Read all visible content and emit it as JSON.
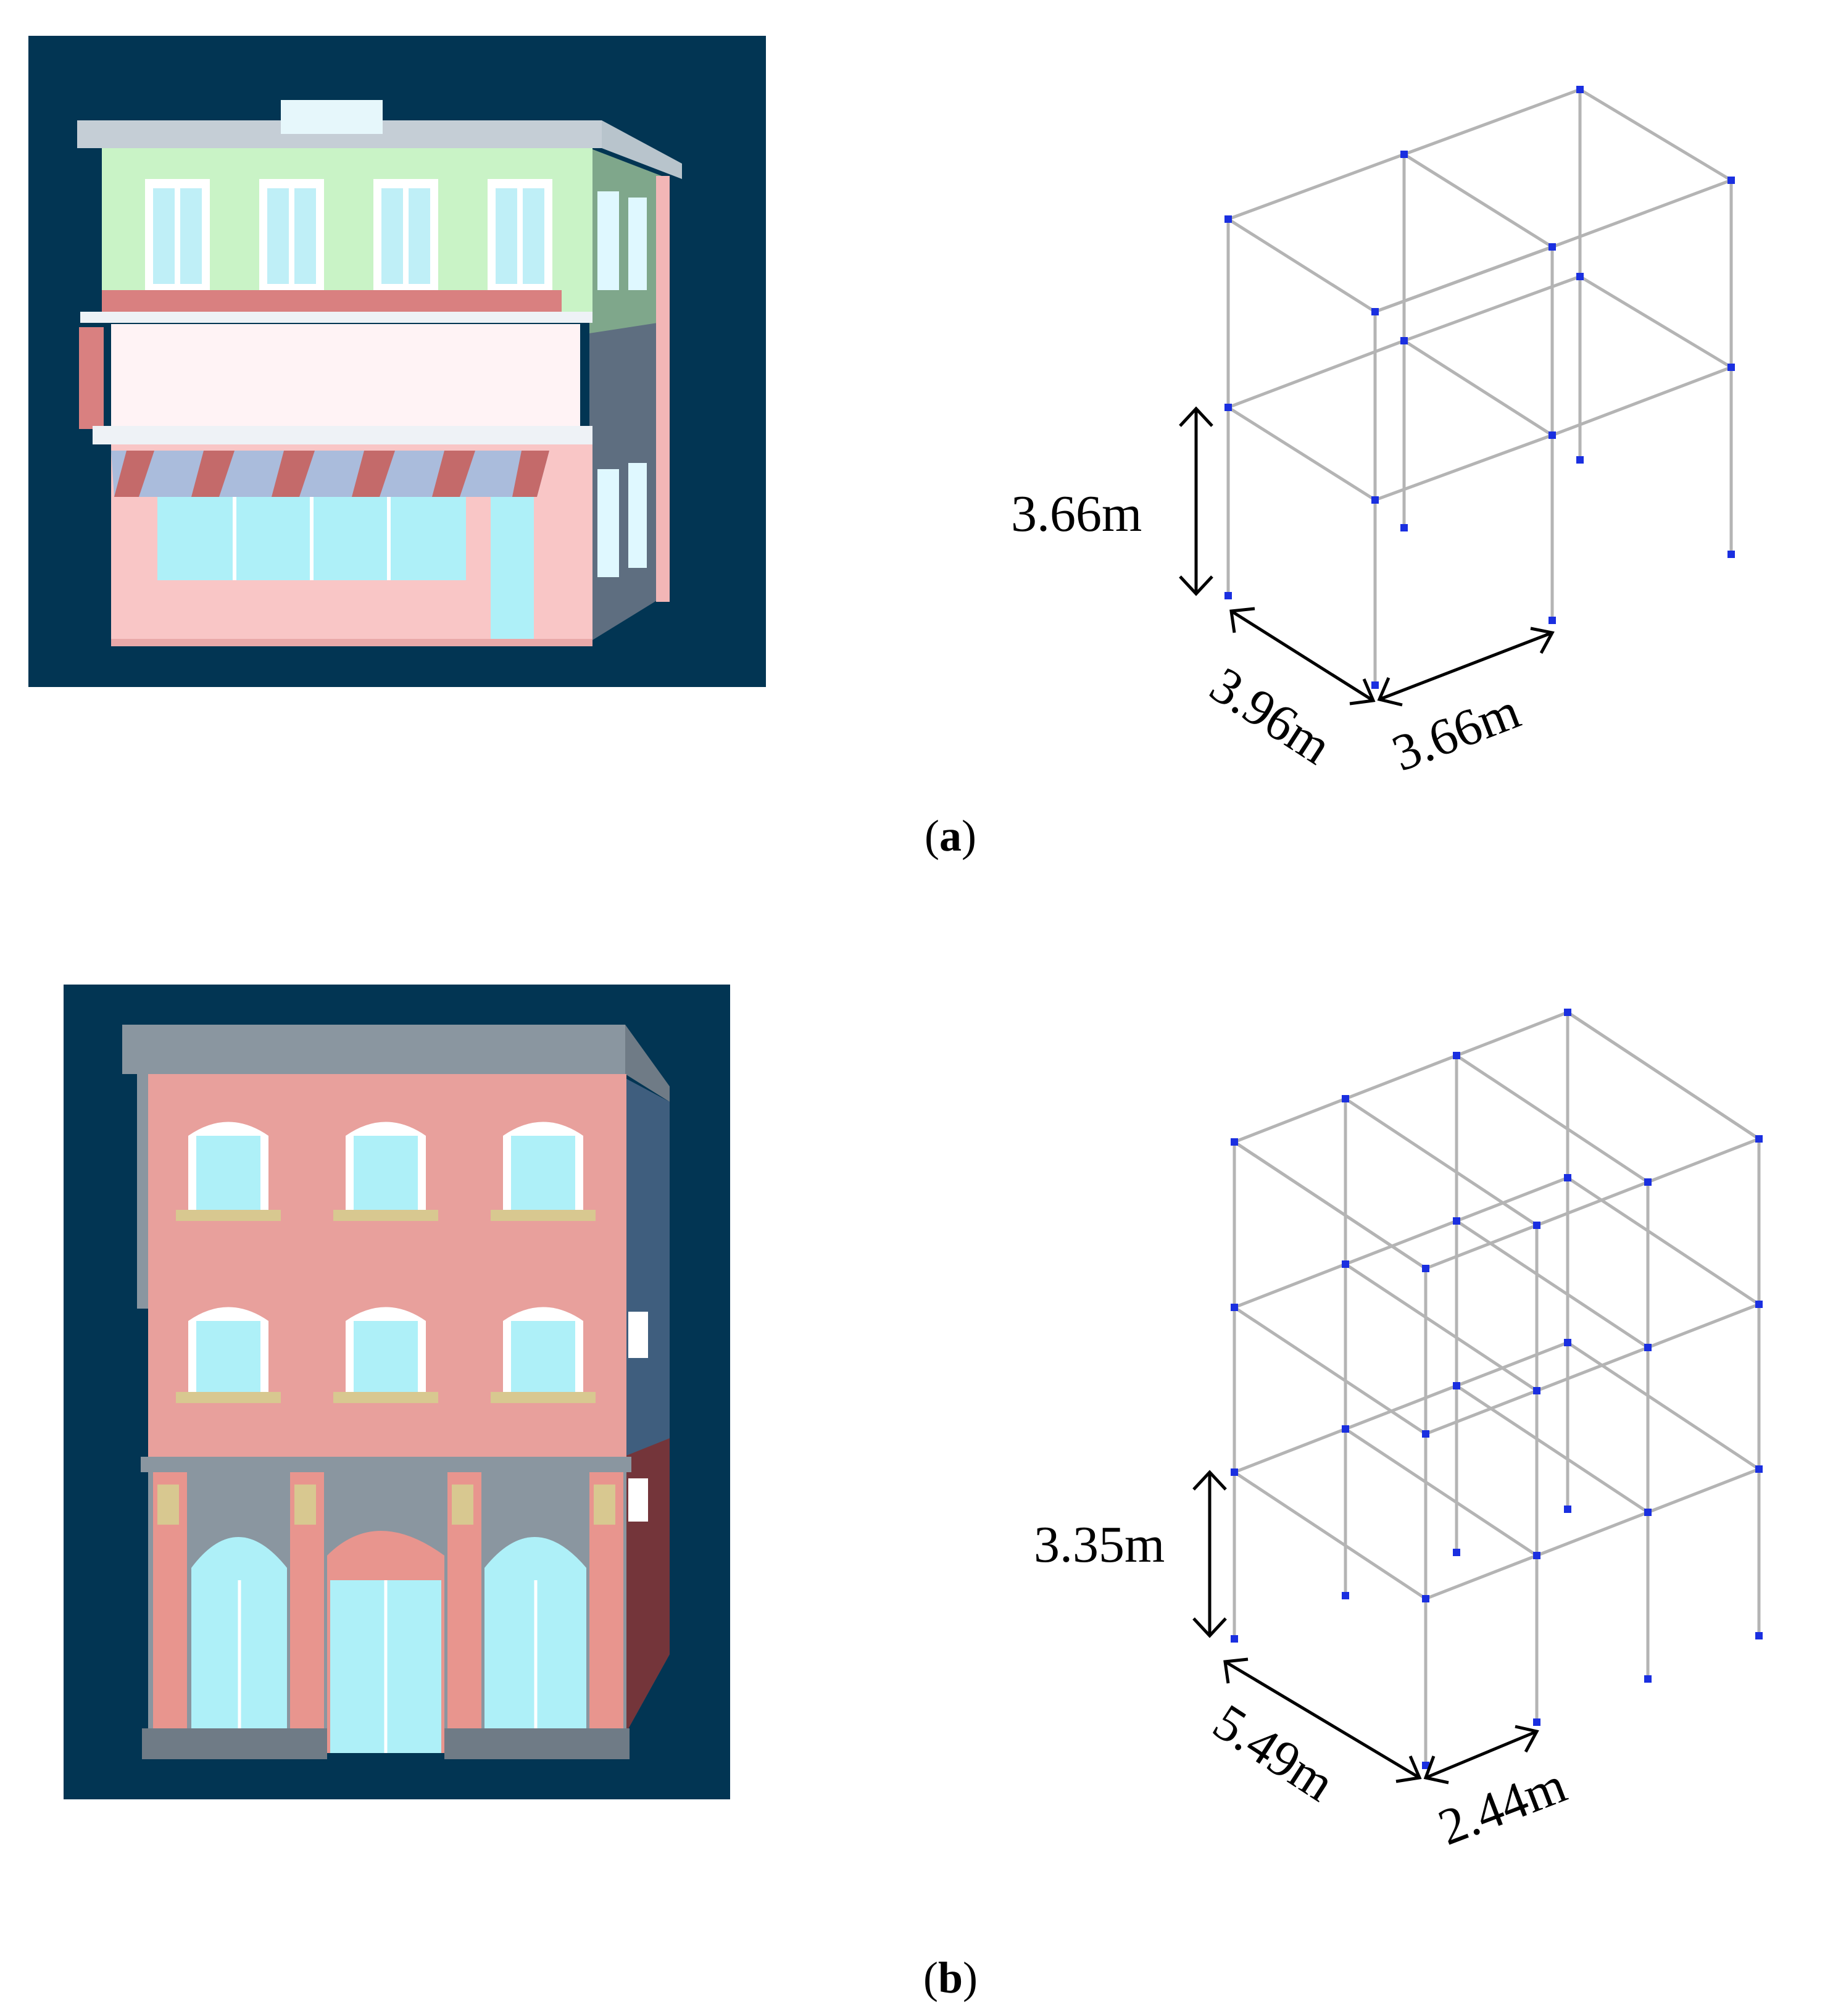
{
  "panels": [
    {
      "id": "a",
      "caption": "a",
      "dimensions": {
        "height": "3.66m",
        "length_x": "3.96m",
        "length_y": "3.66m"
      }
    },
    {
      "id": "b",
      "caption": "b",
      "dimensions": {
        "height": "3.35m",
        "length_x": "5.49m",
        "length_y": "2.44m"
      }
    }
  ],
  "colors": {
    "background_3d": "#023553",
    "frame_member": "#b4b4b4",
    "frame_node": "#1a2fe0",
    "building_a_upper": "#c9f3c6",
    "building_a_lower": "#f9c6c6",
    "building_b_wall": "#e8a09c",
    "building_b_roof": "#8a96a0",
    "glass": "#aef0f8"
  }
}
